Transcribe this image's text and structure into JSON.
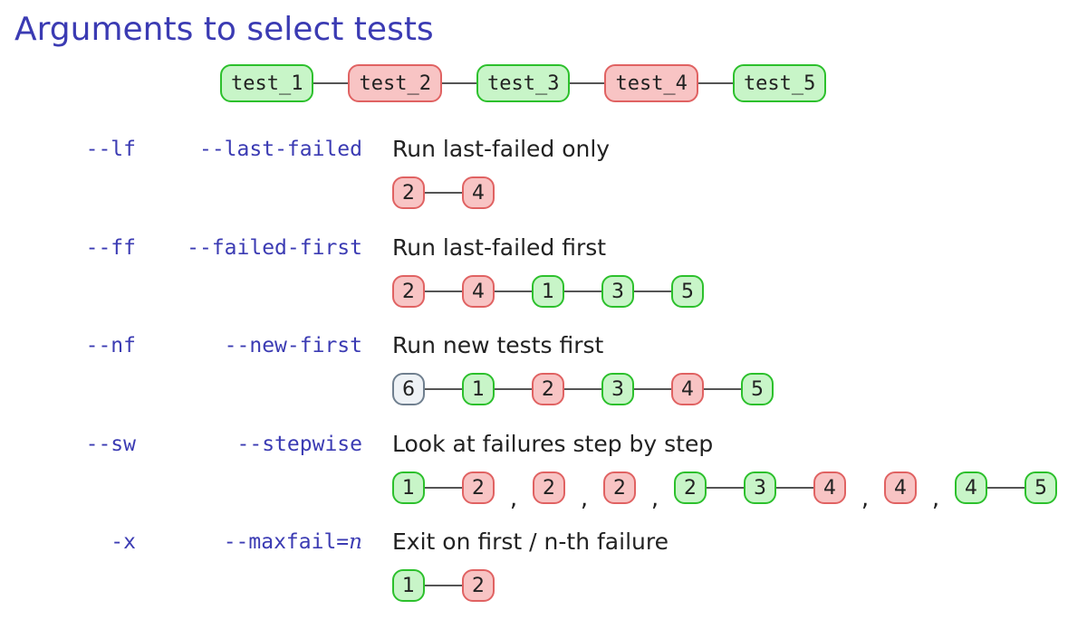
{
  "title": "Arguments to select tests",
  "header_flow": [
    {
      "label": "test_1",
      "status": "pass"
    },
    {
      "label": "test_2",
      "status": "fail"
    },
    {
      "label": "test_3",
      "status": "pass"
    },
    {
      "label": "test_4",
      "status": "fail"
    },
    {
      "label": "test_5",
      "status": "pass"
    }
  ],
  "rows": [
    {
      "short": "--lf",
      "long": "--last-failed",
      "description": "Run last-failed only",
      "groups": [
        [
          {
            "label": "2",
            "status": "fail"
          },
          {
            "label": "4",
            "status": "fail"
          }
        ]
      ]
    },
    {
      "short": "--ff",
      "long": "--failed-first",
      "description": "Run last-failed first",
      "groups": [
        [
          {
            "label": "2",
            "status": "fail"
          },
          {
            "label": "4",
            "status": "fail"
          },
          {
            "label": "1",
            "status": "pass"
          },
          {
            "label": "3",
            "status": "pass"
          },
          {
            "label": "5",
            "status": "pass"
          }
        ]
      ]
    },
    {
      "short": "--nf",
      "long": "--new-first",
      "description": "Run new tests first",
      "groups": [
        [
          {
            "label": "6",
            "status": "new"
          },
          {
            "label": "1",
            "status": "pass"
          },
          {
            "label": "2",
            "status": "fail"
          },
          {
            "label": "3",
            "status": "pass"
          },
          {
            "label": "4",
            "status": "fail"
          },
          {
            "label": "5",
            "status": "pass"
          }
        ]
      ]
    },
    {
      "short": "--sw",
      "long": "--stepwise",
      "description": "Look at failures step by step",
      "groups": [
        [
          {
            "label": "1",
            "status": "pass"
          },
          {
            "label": "2",
            "status": "fail"
          }
        ],
        [
          {
            "label": "2",
            "status": "fail"
          }
        ],
        [
          {
            "label": "2",
            "status": "fail"
          }
        ],
        [
          {
            "label": "2",
            "status": "pass"
          },
          {
            "label": "3",
            "status": "pass"
          },
          {
            "label": "4",
            "status": "fail"
          }
        ],
        [
          {
            "label": "4",
            "status": "fail"
          }
        ],
        [
          {
            "label": "4",
            "status": "pass"
          },
          {
            "label": "5",
            "status": "pass"
          }
        ]
      ]
    },
    {
      "short": "-x",
      "long": "--maxfail=",
      "long_var": "n",
      "description": "Exit on first / n-th failure",
      "groups": [
        [
          {
            "label": "1",
            "status": "pass"
          },
          {
            "label": "2",
            "status": "fail"
          }
        ]
      ]
    }
  ],
  "group_separator": ",",
  "colors": {
    "accent": "#3b3bb3",
    "pass_fill": "#c8f5c8",
    "pass_border": "#2cc02c",
    "fail_fill": "#f8c4c4",
    "fail_border": "#e06262",
    "new_fill": "#eef2f6",
    "new_border": "#6f7f8f"
  }
}
